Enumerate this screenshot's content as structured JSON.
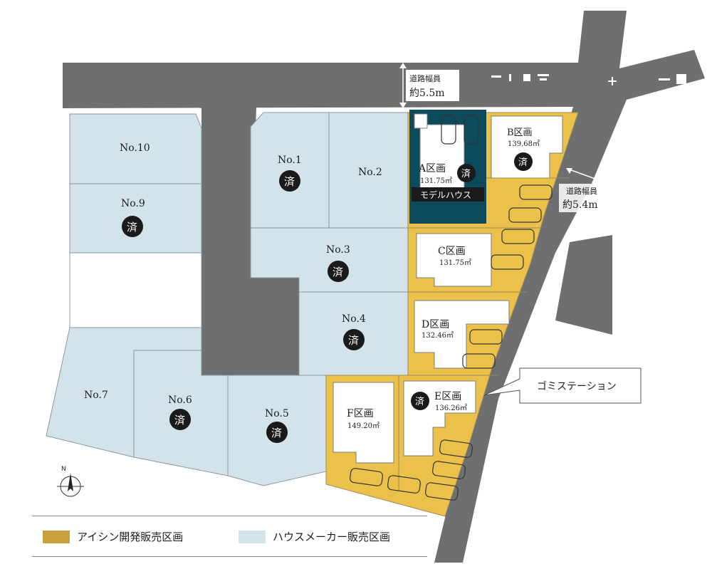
{
  "colors": {
    "road": "#6e6f71",
    "house_maker_lot": "#d3e3ec",
    "aisin_lot": "#ecc14a",
    "model_house": "#0c4a5c"
  },
  "roads": {
    "north": {
      "title": "道路幅員",
      "width": "約5.5m"
    },
    "east": {
      "title": "道路幅員",
      "width": "約5.4m"
    }
  },
  "lots": {
    "no10": {
      "label": "No.10"
    },
    "no9": {
      "label": "No.9",
      "status": "済"
    },
    "no1": {
      "label": "No.1",
      "status": "済"
    },
    "no2": {
      "label": "No.2"
    },
    "no3": {
      "label": "No.3",
      "status": "済"
    },
    "no4": {
      "label": "No.4",
      "status": "済"
    },
    "no5": {
      "label": "No.5",
      "status": "済"
    },
    "no6": {
      "label": "No.6",
      "status": "済"
    },
    "no7": {
      "label": "No.7"
    },
    "a": {
      "label": "A区画",
      "area": "131.75㎡",
      "status": "済",
      "tag": "モデルハウス"
    },
    "b": {
      "label": "B区画",
      "area": "139.68㎡",
      "status": "済"
    },
    "c": {
      "label": "C区画",
      "area": "131.75㎡"
    },
    "d": {
      "label": "D区画",
      "area": "132.46㎡"
    },
    "e": {
      "label": "E区画",
      "area": "136.26㎡",
      "status": "済"
    },
    "f": {
      "label": "F区画",
      "area": "149.20㎡"
    }
  },
  "garbage_station": "ゴミステーション",
  "compass": {
    "north": "N"
  },
  "legend": [
    {
      "label": "アイシン開発販売区画",
      "color": "#c9a13e"
    },
    {
      "label": "ハウスメーカー販売区画",
      "color": "#d3e3ec"
    }
  ]
}
